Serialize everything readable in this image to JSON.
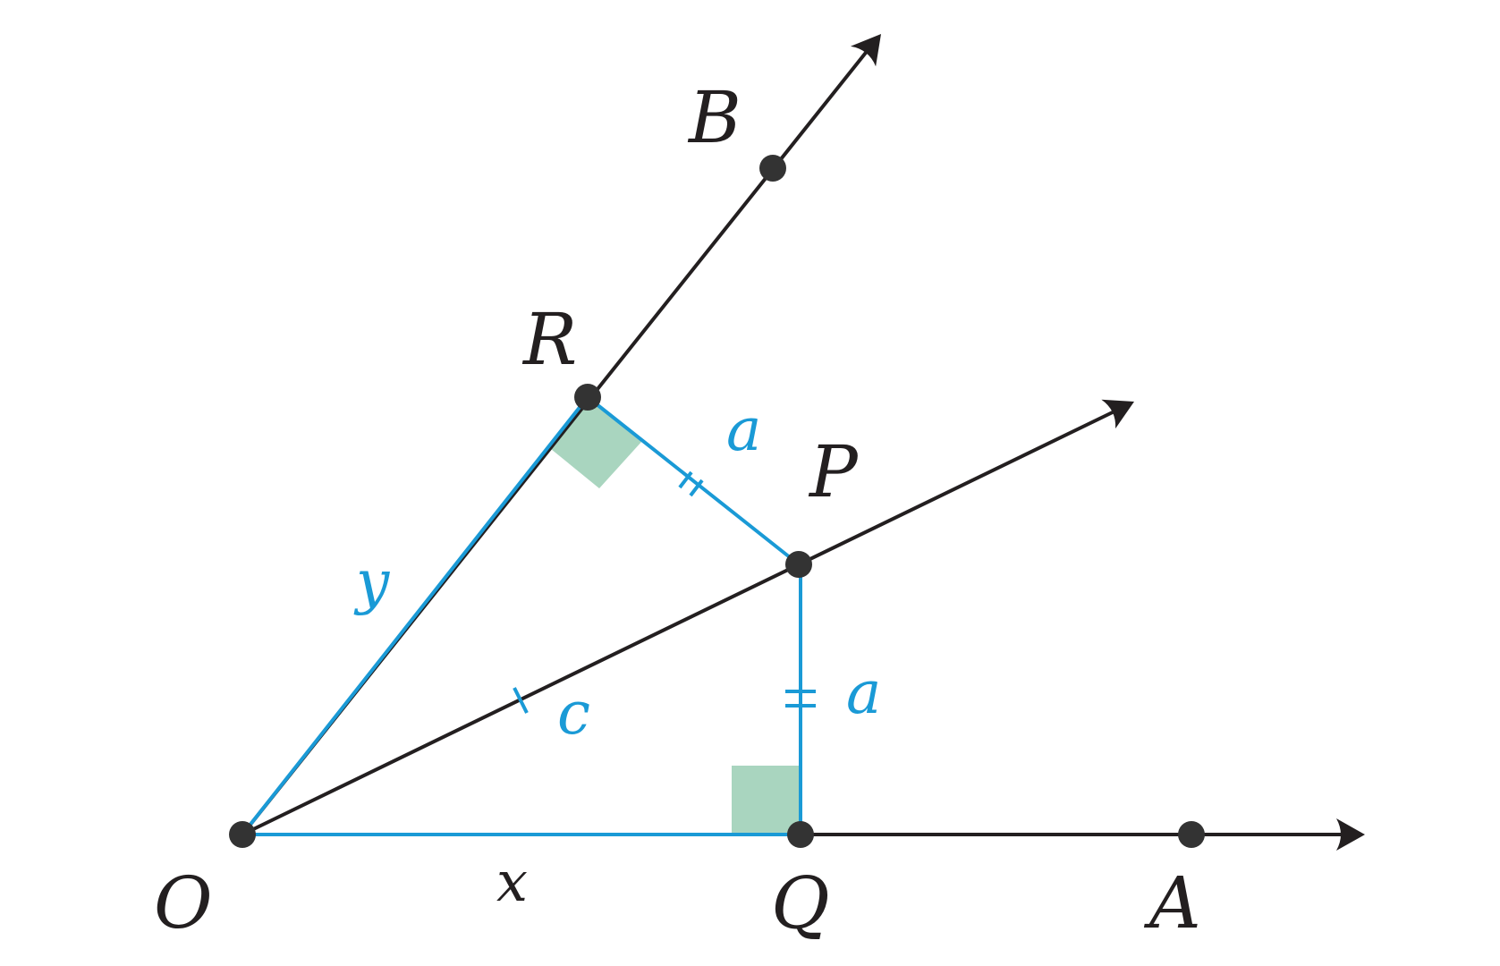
{
  "diagram": {
    "points": {
      "O": "O",
      "A": "A",
      "B": "B",
      "P": "P",
      "Q": "Q",
      "R": "R"
    },
    "segment_labels": {
      "OR": "y",
      "OQ": "x",
      "OP": "c",
      "RP": "a",
      "PQ": "a"
    },
    "colors": {
      "rays": "#231f20",
      "highlight": "#1a9ad6",
      "right_angle_fill": "#a9d5bf",
      "points": "#333333"
    }
  }
}
